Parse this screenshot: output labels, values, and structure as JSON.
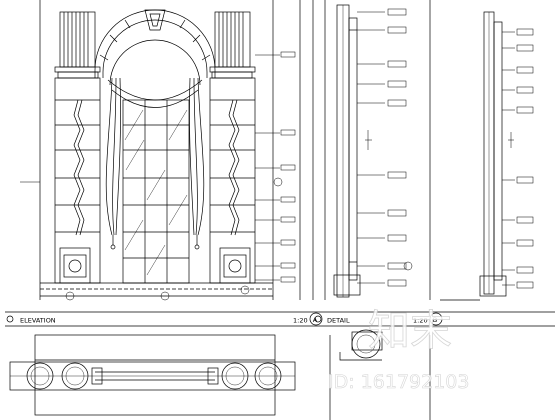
{
  "title_bar": {
    "elevation_label": "ELEVATION",
    "elevation_scale": "1:20",
    "elevation_mark": "A",
    "detail_label": "DETAIL",
    "detail_scale": "1:20",
    "detail_mark": "B"
  },
  "watermark": {
    "logo_text": "知末",
    "id_text": "ID: 161792103"
  },
  "colors": {
    "line": "#000000",
    "background": "#ffffff",
    "watermark": "#ffffff"
  }
}
